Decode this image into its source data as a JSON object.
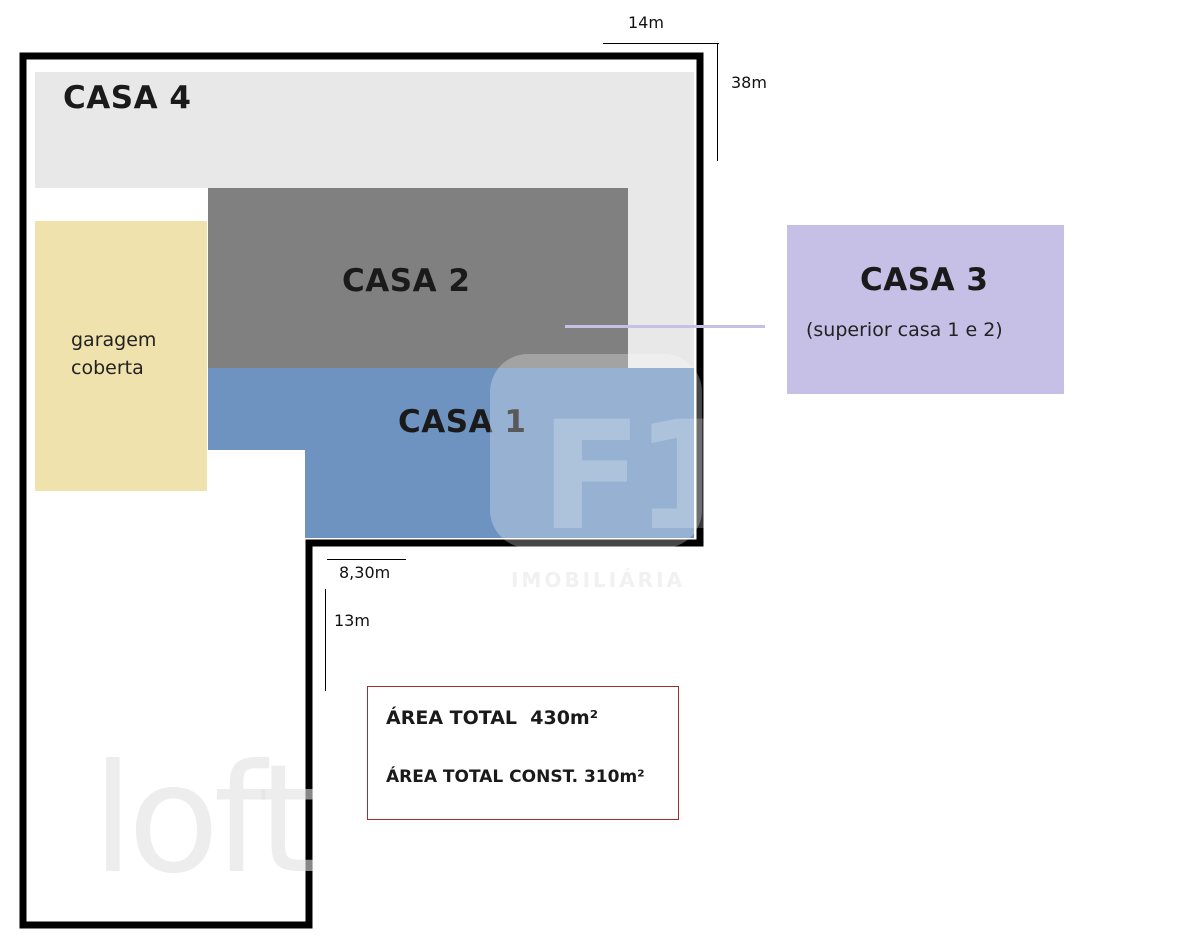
{
  "zones": {
    "casa4": {
      "label": "CASA 4",
      "color": "#e8e8e8"
    },
    "casa2": {
      "label": "CASA 2",
      "color": "#808080"
    },
    "casa1": {
      "label": "CASA 1",
      "color": "#6e93c0"
    },
    "casa3": {
      "label": "CASA 3",
      "sublabel": "(superior casa 1 e 2)",
      "color": "#c6bfe6"
    },
    "garagem": {
      "label_line1": "garagem",
      "label_line2": "coberta",
      "color": "#efe2ac"
    }
  },
  "dimensions": {
    "width_top": "14m",
    "depth_right": "38m",
    "width_step": "8,30m",
    "depth_step": "13m"
  },
  "summary": {
    "area_total_label": "ÁREA TOTAL  430m²",
    "area_const_label": "ÁREA TOTAL CONST. 310m²",
    "border_color": "#a0302f"
  },
  "watermarks": {
    "f1": "F1",
    "f1_caption": "IMOBILIÁRIA",
    "loft": "loft"
  }
}
